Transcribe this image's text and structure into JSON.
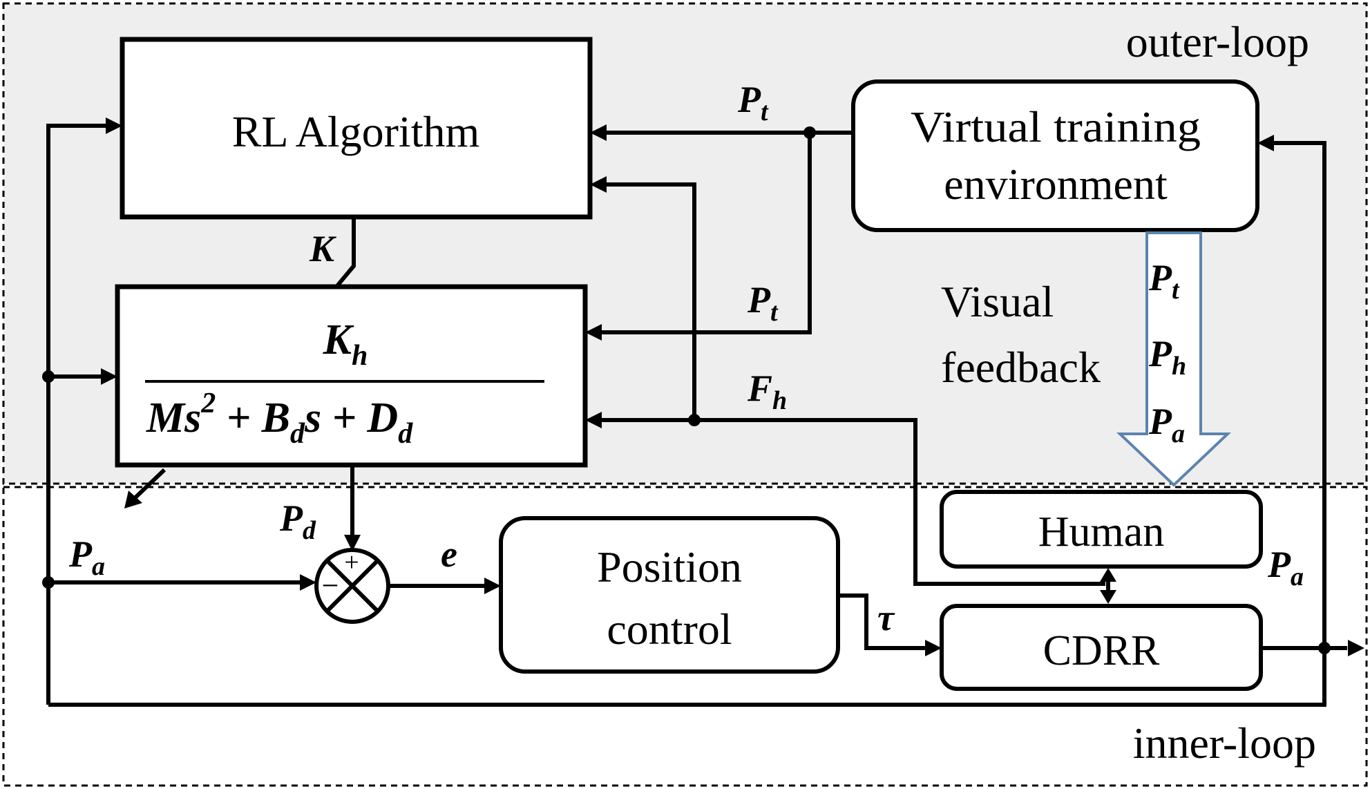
{
  "regions": {
    "outer_loop": "outer-loop",
    "inner_loop": "inner-loop"
  },
  "blocks": {
    "rl_algorithm": "RL Algorithm",
    "virtual_env_line1": "Virtual training",
    "virtual_env_line2": "environment",
    "human": "Human",
    "cdrr": "CDRR",
    "position_control_line1": "Position",
    "position_control_line2": "control"
  },
  "transfer_function": {
    "numerator": "K",
    "numerator_sub": "h",
    "denominator_parts": [
      "Ms",
      "2",
      " + B",
      "d",
      "s + D",
      "d"
    ]
  },
  "visual_feedback": {
    "line1": "Visual",
    "line2": "feedback",
    "signals": [
      {
        "main": "P",
        "sub": "t"
      },
      {
        "main": "P",
        "sub": "h"
      },
      {
        "main": "P",
        "sub": "a"
      }
    ]
  },
  "signals": {
    "K": "K",
    "Pt_top": {
      "main": "P",
      "sub": "t"
    },
    "Pt_mid": {
      "main": "P",
      "sub": "t"
    },
    "Fh": {
      "main": "F",
      "sub": "h"
    },
    "Pd": {
      "main": "P",
      "sub": "d"
    },
    "Pa_left": {
      "main": "P",
      "sub": "a"
    },
    "Pa_right": {
      "main": "P",
      "sub": "a"
    },
    "e": "e",
    "tau": "τ"
  },
  "summing_junction": {
    "plus": "+",
    "minus": "−"
  },
  "colors": {
    "outer_loop_fill": "#eeeeee",
    "arrow_outline": "#5b84ad",
    "stroke": "#000000"
  }
}
